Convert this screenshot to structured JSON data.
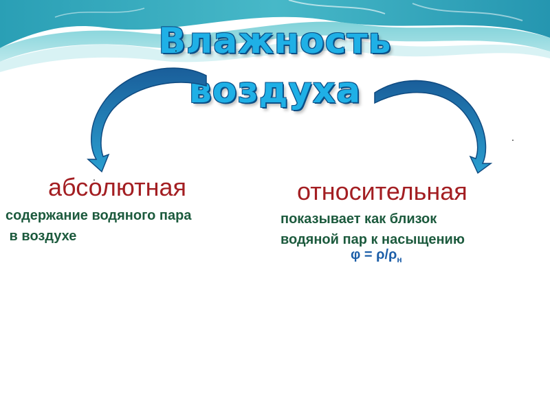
{
  "slide": {
    "title_line1": "Влажность",
    "title_line2": "воздуха",
    "left": {
      "heading": "абсолютная",
      "desc_line1": "содержание водяного пара",
      "desc_line2": " в воздухе"
    },
    "right": {
      "heading": "относительная",
      "desc_line1": "показывает как близок",
      "desc_line2": "водяной пар к насыщению",
      "formula_main": "φ = ρ/ρ",
      "formula_sub": "н"
    },
    "dots": [
      ".",
      ".",
      "."
    ]
  },
  "colors": {
    "title": "#1fb0e6",
    "heading": "#a31e22",
    "description": "#1c5a3d",
    "formula": "#1c5ea8",
    "arrow": "#1a7fb3"
  }
}
